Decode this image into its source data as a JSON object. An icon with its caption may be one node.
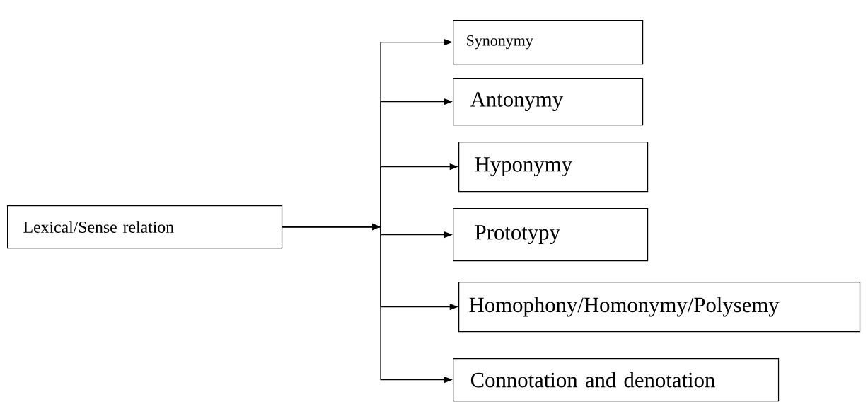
{
  "diagram": {
    "nodes": [
      {
        "text": [
          "Lexical/Sense relation"
        ]
      },
      {
        "text": [
          "Synonymy"
        ]
      },
      {
        "text": [
          "Antonymy"
        ]
      },
      {
        "text": [
          "Hyponymy"
        ]
      },
      {
        "text": [
          "Prototypy"
        ]
      },
      {
        "text": [
          "Homophony/Homonymy/Polysemy"
        ]
      },
      {
        "text": [
          "Connotation and denotation"
        ]
      }
    ],
    "edges": [
      {
        "from": 0,
        "to": 1,
        "arrow": "to"
      },
      {
        "from": 0,
        "to": 2,
        "arrow": "to"
      },
      {
        "from": 0,
        "to": 3,
        "arrow": "to"
      },
      {
        "from": 0,
        "to": 4,
        "arrow": "to"
      },
      {
        "from": 0,
        "to": 5,
        "arrow": "to"
      },
      {
        "from": 0,
        "to": 6,
        "arrow": "to"
      }
    ]
  }
}
